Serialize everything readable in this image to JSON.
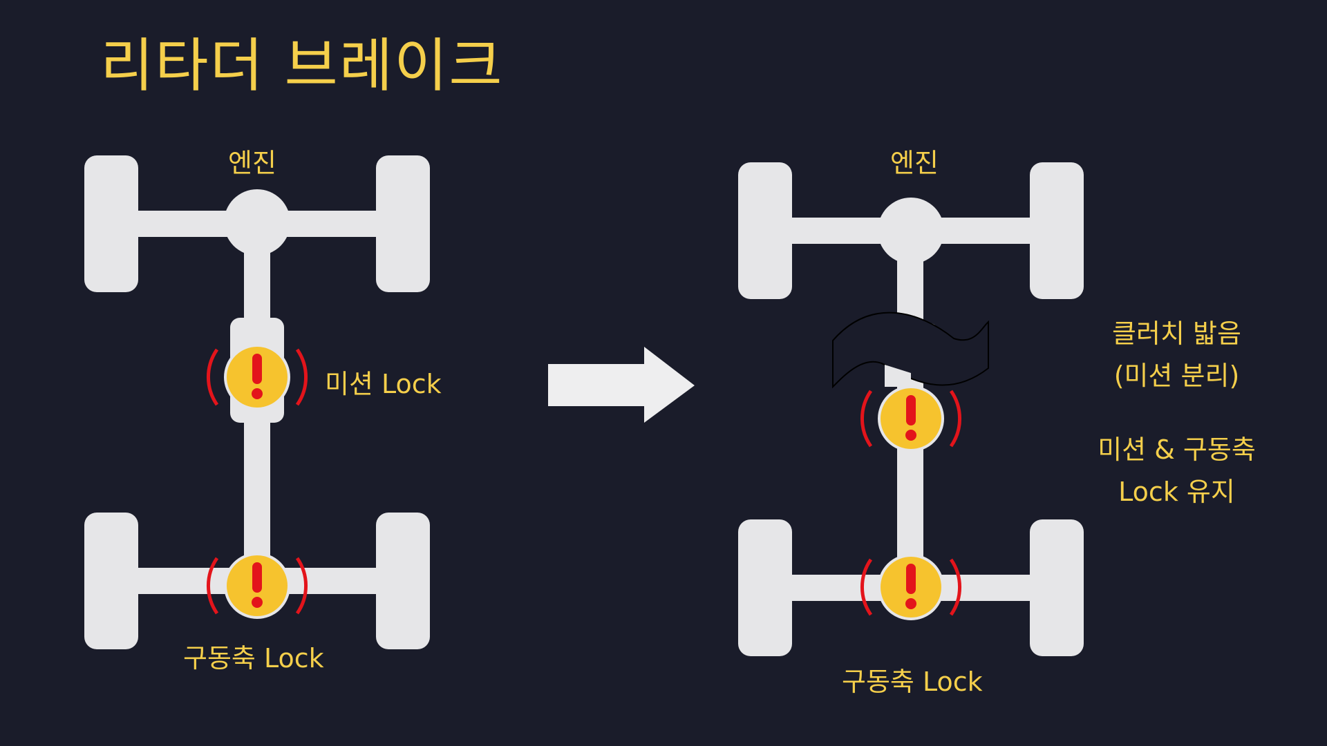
{
  "title": "리타더 브레이크",
  "left": {
    "engine_label": "엔진",
    "transmission_label": "미션 Lock",
    "driveshaft_label": "구동축 Lock"
  },
  "right": {
    "engine_label": "엔진",
    "driveshaft_label": "구동축 Lock",
    "note1_line1": "클러치 밟음",
    "note1_line2": "(미션 분리)",
    "note2_line1": "미션 & 구동축",
    "note2_line2": "Lock 유지"
  },
  "colors": {
    "background": "#1a1c2a",
    "accent_text": "#f5cf4b",
    "chassis": "#e6e6e8",
    "warning_fill": "#f6c32e",
    "warning_mark": "#e3141b"
  },
  "icons": {
    "arrow": "right-arrow-icon",
    "warning": "warning-exclamation-icon",
    "break_symbol": "disconnect-tilde-icon"
  }
}
